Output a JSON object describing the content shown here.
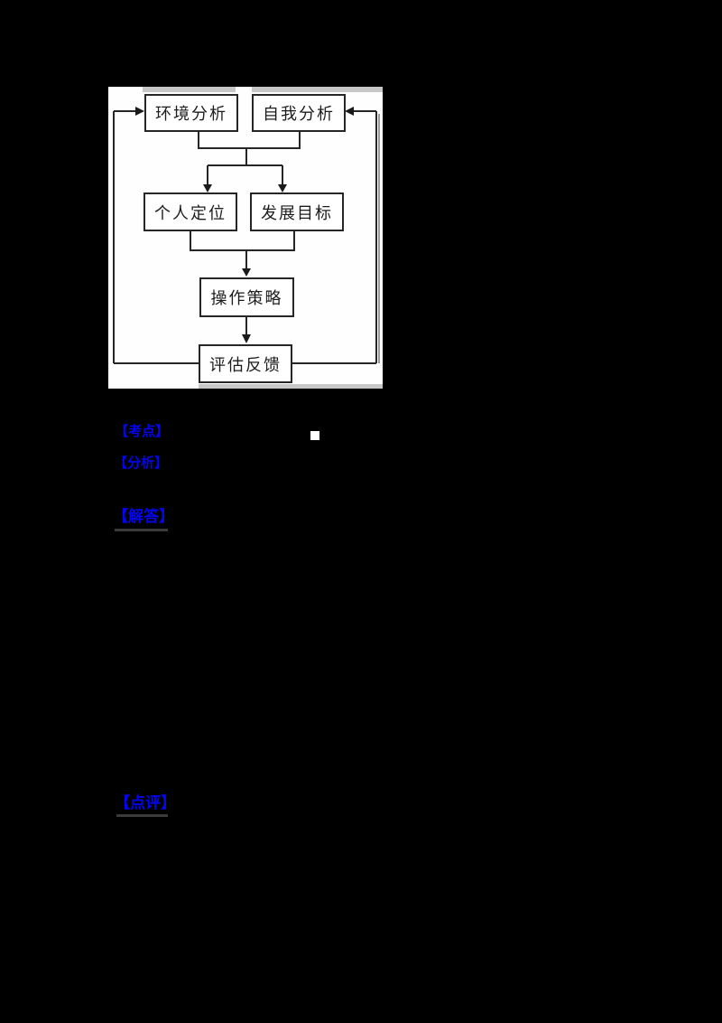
{
  "page": {
    "background_color": "#000000"
  },
  "flowchart": {
    "panel_color": "#fefefe",
    "line_color": "#262626",
    "boxes": [
      {
        "id": "env",
        "label": "环境分析"
      },
      {
        "id": "self",
        "label": "自我分析"
      },
      {
        "id": "position",
        "label": "个人定位"
      },
      {
        "id": "goal",
        "label": "发展目标"
      },
      {
        "id": "strategy",
        "label": "操作策略"
      },
      {
        "id": "feedback",
        "label": "评估反馈"
      }
    ],
    "connections": [
      "环境分析+自我分析 -> 个人定位",
      "环境分析+自我分析 -> 发展目标",
      "个人定位+发展目标 -> 操作策略",
      "操作策略 -> 评估反馈",
      "评估反馈 -> 环境分析",
      "评估反馈 -> 自我分析"
    ]
  },
  "annotations": {
    "accent_color": "#0404f0",
    "labels": [
      {
        "id": "kaodian",
        "text": "【考点】"
      },
      {
        "id": "fenxi",
        "text": "【分析】"
      },
      {
        "id": "jieda",
        "text": "【解答】"
      },
      {
        "id": "dianping",
        "text": "【点评】"
      }
    ],
    "bullet_marker": "white-square"
  }
}
